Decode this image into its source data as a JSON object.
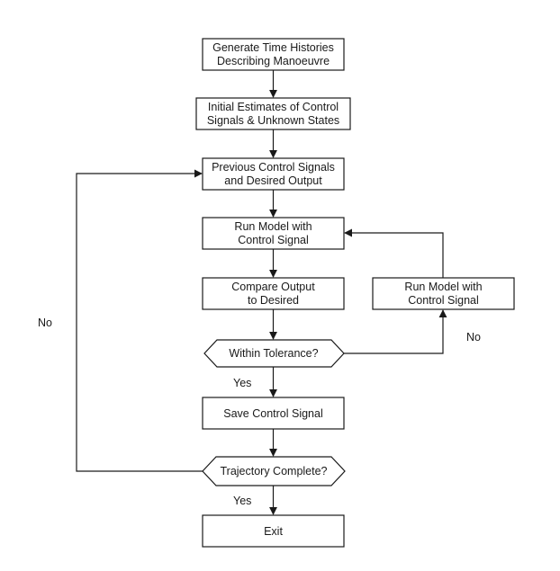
{
  "nodes": {
    "generate": {
      "line1": "Generate Time Histories",
      "line2": "Describing Manoeuvre"
    },
    "initial": {
      "line1": "Initial Estimates of Control",
      "line2": "Signals & Unknown States"
    },
    "previous": {
      "line1": "Previous Control Signals",
      "line2": "and Desired Output"
    },
    "run_model": {
      "line1": "Run Model with",
      "line2": "Control Signal"
    },
    "compare": {
      "line1": "Compare Output",
      "line2": "to Desired"
    },
    "run_model_right": {
      "line1": "Run Model with",
      "line2": "Control Signal"
    },
    "tolerance": {
      "label": "Within Tolerance?"
    },
    "save": {
      "label": "Save Control Signal"
    },
    "trajectory": {
      "label": "Trajectory Complete?"
    },
    "exit": {
      "label": "Exit"
    }
  },
  "edge_labels": {
    "tolerance_no": "No",
    "tolerance_yes": "Yes",
    "trajectory_no": "No",
    "trajectory_yes": "Yes"
  }
}
